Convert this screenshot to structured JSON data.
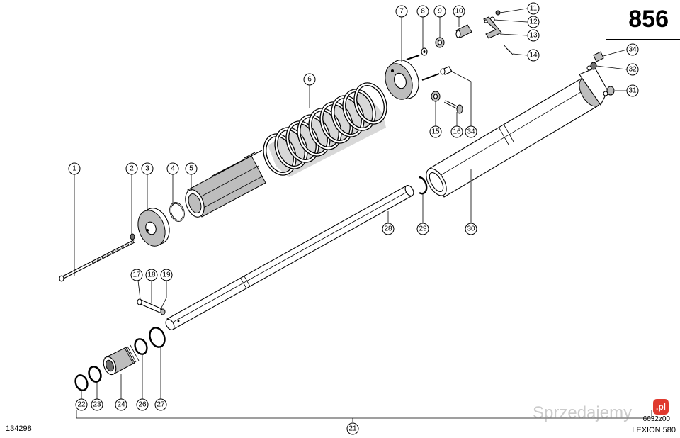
{
  "sheet": {
    "page_number": "856",
    "document_number": "134298",
    "drawing_code": "6632z00",
    "model": "LEXION 580"
  },
  "watermark": {
    "text": "Sprzedajemy",
    "badge": ".pl"
  },
  "callouts": [
    "1",
    "2",
    "3",
    "4",
    "5",
    "6",
    "7",
    "8",
    "9",
    "10",
    "11",
    "12",
    "13",
    "14",
    "15",
    "16",
    "17",
    "18",
    "19",
    "21",
    "22",
    "23",
    "24",
    "26",
    "27",
    "28",
    "29",
    "30",
    "31",
    "32",
    "34",
    "34"
  ]
}
